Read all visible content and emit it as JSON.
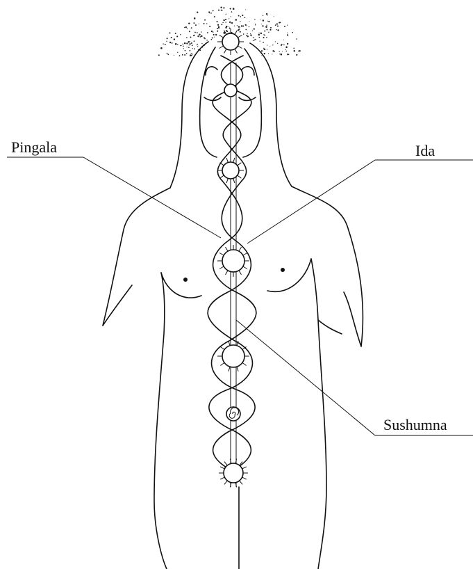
{
  "labels": {
    "pingala": "Pingala",
    "ida": "Ida",
    "sushumna": "Sushumna"
  },
  "colors": {
    "ink": "#111111",
    "background": "#ffffff"
  }
}
